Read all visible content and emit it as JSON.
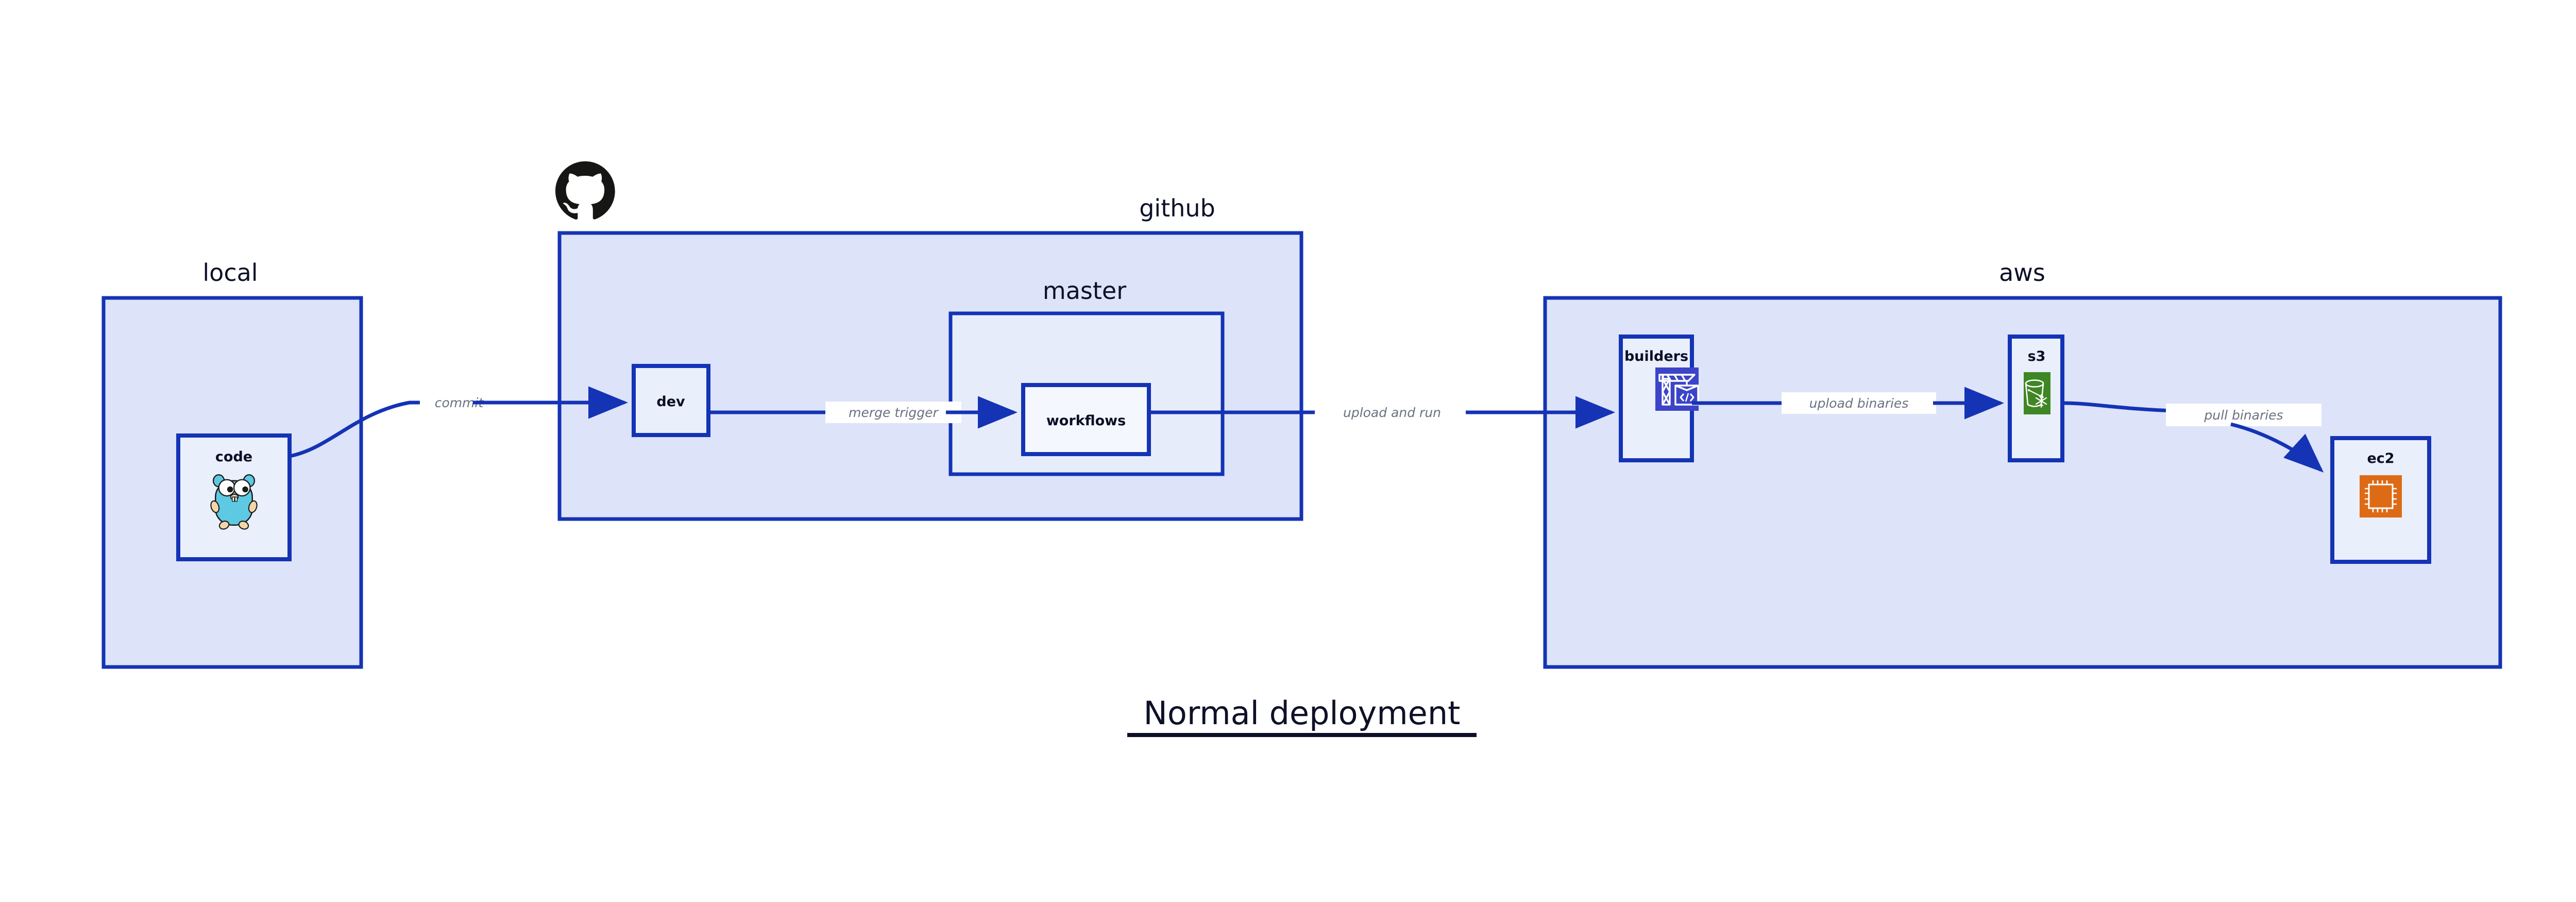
{
  "title": "Normal deployment",
  "colors": {
    "border": "#1433b5",
    "group_fill": "#dde3f8",
    "subgroup_fill": "#e7ecfb",
    "node_fill": "#eaeffc",
    "node_fill_light": "#f5f7fe",
    "edge_label": "#6a7180",
    "title": "#0d1027",
    "codebuild_blue": "#3c44c8",
    "s3_green": "#3f8624",
    "ec2_orange": "#dd6b16",
    "github_black": "#161614",
    "gopher_cyan": "#5dc9e2"
  },
  "groups": [
    {
      "id": "local",
      "label": "local"
    },
    {
      "id": "github",
      "label": "github"
    },
    {
      "id": "aws",
      "label": "aws"
    }
  ],
  "subgroups": [
    {
      "id": "master",
      "label": "master",
      "parent": "github"
    }
  ],
  "nodes": [
    {
      "id": "code",
      "label": "code",
      "group": "local",
      "icon": "golang-gopher-icon"
    },
    {
      "id": "dev",
      "label": "dev",
      "group": "github",
      "icon": "none"
    },
    {
      "id": "workflows",
      "label": "workflows",
      "group": "master",
      "icon": "none"
    },
    {
      "id": "builders",
      "label": "builders",
      "group": "aws",
      "icon": "aws-codebuild-icon"
    },
    {
      "id": "s3",
      "label": "s3",
      "group": "aws",
      "icon": "aws-s3-glacier-icon"
    },
    {
      "id": "ec2",
      "label": "ec2",
      "group": "aws",
      "icon": "aws-ec2-icon"
    }
  ],
  "edges": [
    {
      "from": "code",
      "to": "dev",
      "label": "commit"
    },
    {
      "from": "dev",
      "to": "workflows",
      "label": "merge trigger"
    },
    {
      "from": "workflows",
      "to": "builders",
      "label": "upload and run"
    },
    {
      "from": "builders",
      "to": "s3",
      "label": "upload binaries"
    },
    {
      "from": "s3",
      "to": "ec2",
      "label": "pull binaries"
    }
  ],
  "logos": [
    {
      "id": "github-logo",
      "name": "github-octocat-logo"
    }
  ]
}
